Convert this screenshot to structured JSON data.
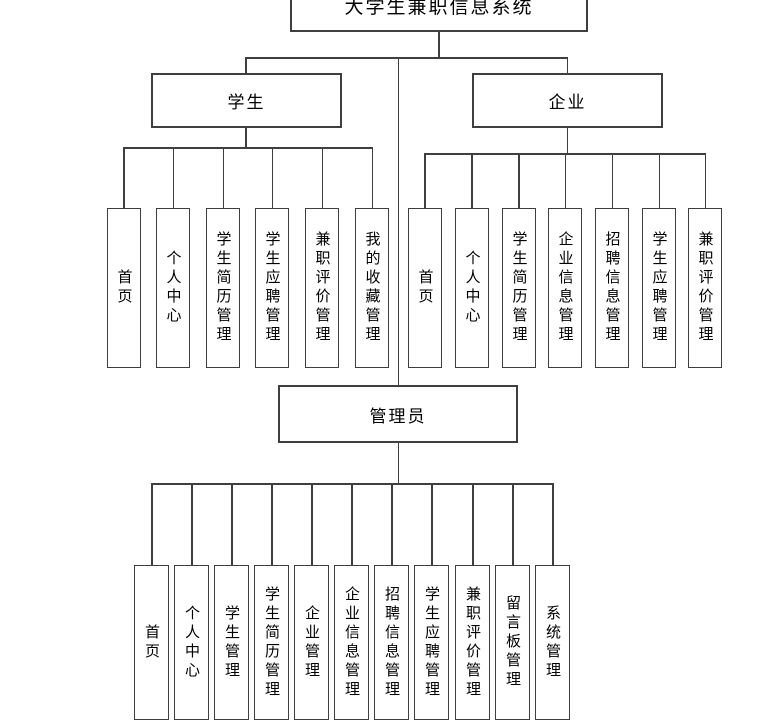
{
  "diagram_title": "大学生兼职信息系统",
  "root": {
    "label": "大学生兼职信息系统"
  },
  "branches": [
    {
      "label": "学生",
      "children": [
        "首页",
        "个人中心",
        "学生简历管理",
        "学生应聘管理",
        "兼职评价管理",
        "我的收藏管理"
      ]
    },
    {
      "label": "企业",
      "children": [
        "首页",
        "个人中心",
        "学生简历管理",
        "企业信息管理",
        "招聘信息管理",
        "学生应聘管理",
        "兼职评价管理"
      ]
    },
    {
      "label": "管理员",
      "children": [
        "首页",
        "个人中心",
        "学生管理",
        "学生简历管理",
        "企业管理",
        "企业信息管理",
        "招聘信息管理",
        "学生应聘管理",
        "兼职评价管理",
        "留言板管理",
        "系统管理"
      ]
    }
  ],
  "colors": {
    "line": "#3f3f3f",
    "box_background": "#ffffff",
    "text": "#000000"
  }
}
